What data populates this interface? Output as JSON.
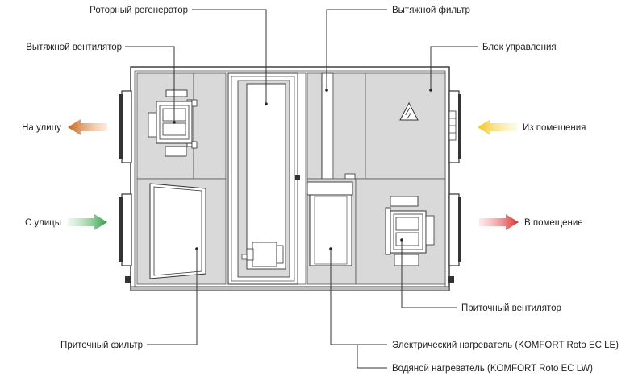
{
  "labels": {
    "rotor_regenerator": "Роторный регенератор",
    "exhaust_filter": "Вытяжной фильтр",
    "exhaust_fan": "Вытяжной вентилятор",
    "control_block": "Блок управления",
    "to_outside": "На улицу",
    "from_room": "Из помещения",
    "from_outside": "С улицы",
    "to_room": "В помещение",
    "supply_fan": "Приточный вентилятор",
    "supply_filter": "Приточный фильтр",
    "electric_heater": "Электрический нагреватель (KOMFORT Roto EC LE)",
    "water_heater": "Водяной нагреватель (KOMFORT Roto EC LW)"
  },
  "colors": {
    "to_outside_arrow": "#c8641e",
    "from_room_arrow": "#f0c020",
    "from_outside_arrow": "#3ea84a",
    "to_room_arrow": "#d92a2a",
    "panel_fill": "#d9d9d9",
    "outline": "#333333"
  }
}
